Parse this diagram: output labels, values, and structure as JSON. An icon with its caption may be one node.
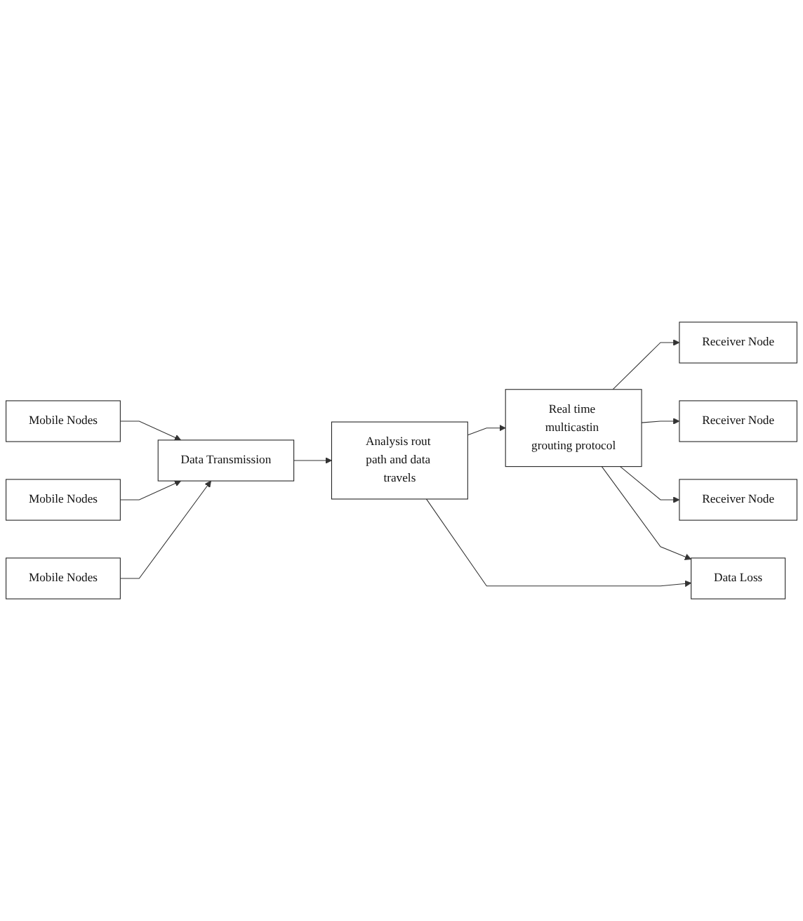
{
  "diagram": {
    "nodes": [
      {
        "text": [
          "Mobile Nodes"
        ]
      },
      {
        "text": [
          "Mobile Nodes"
        ]
      },
      {
        "text": [
          "Mobile Nodes"
        ]
      },
      {
        "text": [
          "Data Transmission"
        ]
      },
      {
        "text": [
          "Analysis rout path and data travels"
        ]
      },
      {
        "text": [
          "Real time multicastin grouting protocol"
        ]
      },
      {
        "text": [
          "Receiver Node"
        ]
      },
      {
        "text": [
          "Receiver Node"
        ]
      },
      {
        "text": [
          "Receiver Node"
        ]
      },
      {
        "text": [
          "Data Loss"
        ]
      }
    ],
    "edges": [
      {
        "from": 0,
        "to": 3,
        "arrow": "to"
      },
      {
        "from": 1,
        "to": 3,
        "arrow": "to"
      },
      {
        "from": 2,
        "to": 3,
        "arrow": "to"
      },
      {
        "from": 3,
        "to": 4,
        "arrow": "to"
      },
      {
        "from": 4,
        "to": 5,
        "arrow": "to"
      },
      {
        "from": 5,
        "to": 6,
        "arrow": "to"
      },
      {
        "from": 5,
        "to": 7,
        "arrow": "to"
      },
      {
        "from": 5,
        "to": 8,
        "arrow": "to"
      },
      {
        "from": 4,
        "to": 9,
        "arrow": "to"
      },
      {
        "from": 5,
        "to": 9,
        "arrow": "to"
      }
    ]
  }
}
